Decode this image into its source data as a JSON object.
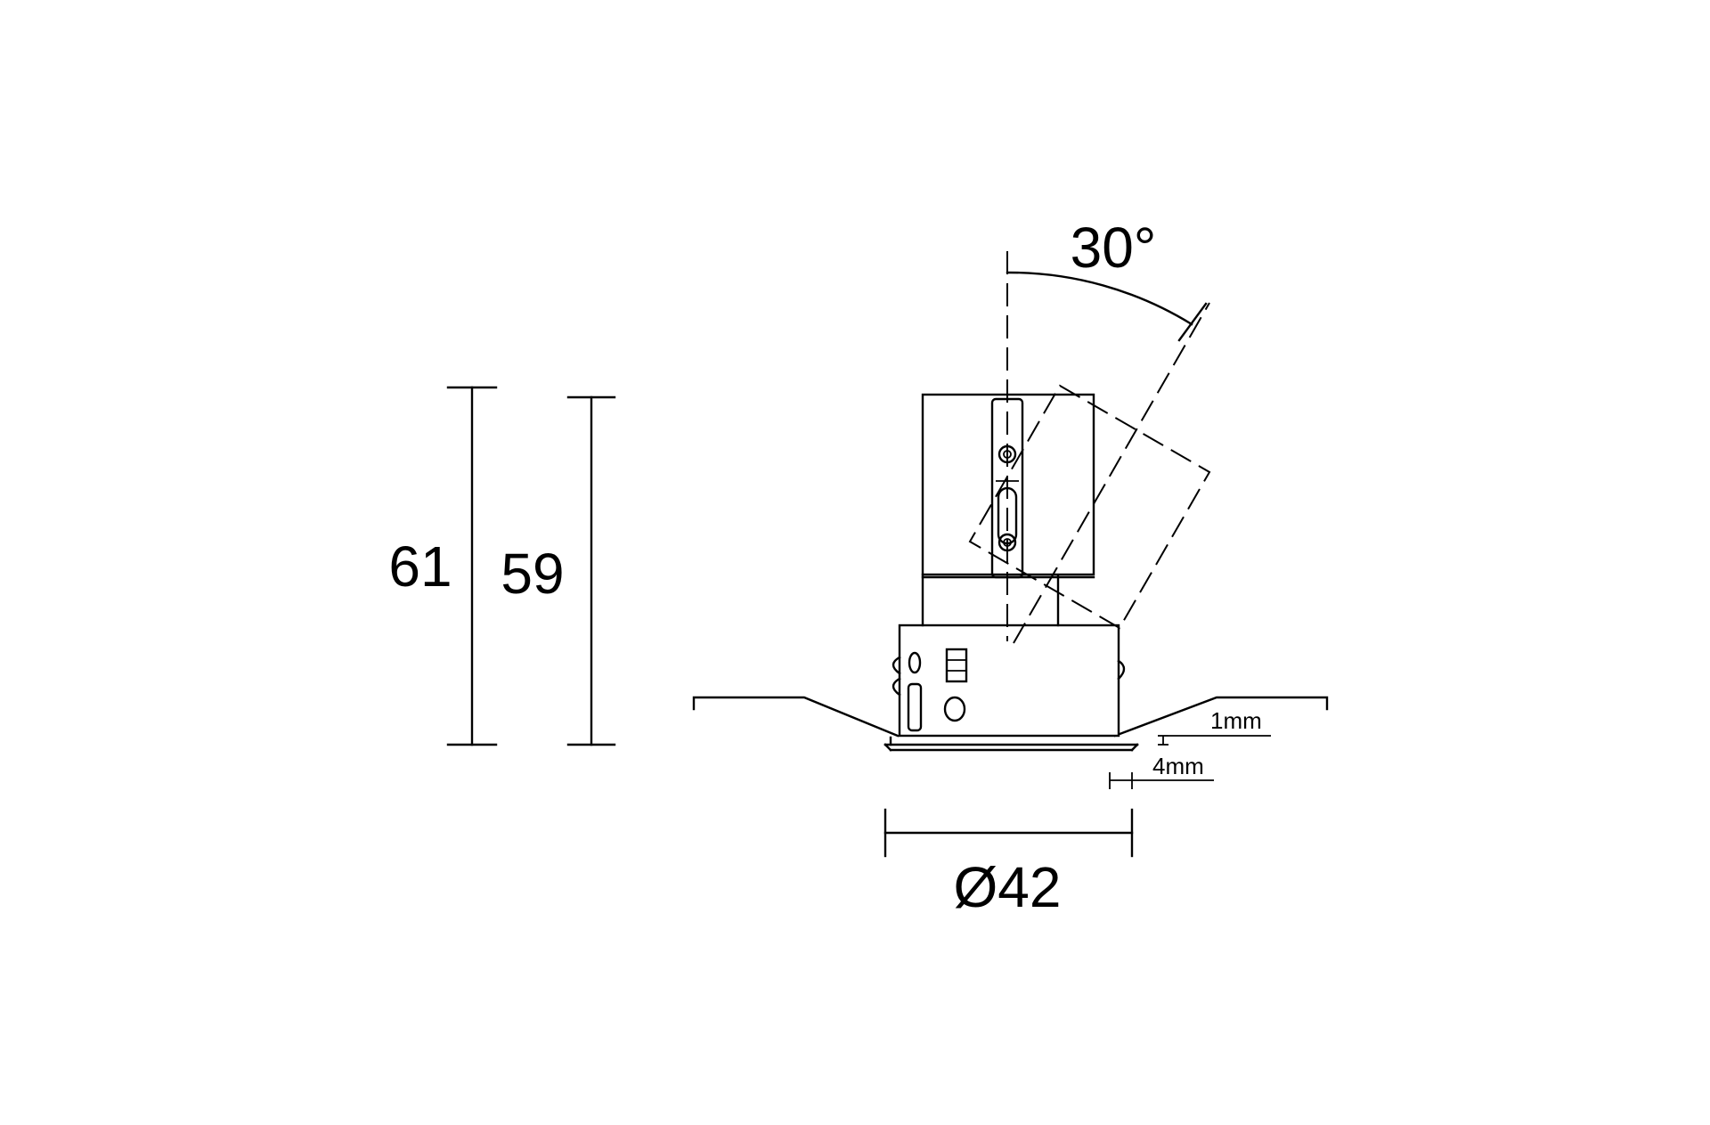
{
  "dimensions": {
    "height_total": "61",
    "height_inner": "59",
    "tilt_angle": "30°",
    "diameter": "Ø42",
    "flange_offset": "1mm",
    "flange_gap": "4mm"
  },
  "colors": {
    "line": "#000000",
    "background": "#ffffff"
  }
}
